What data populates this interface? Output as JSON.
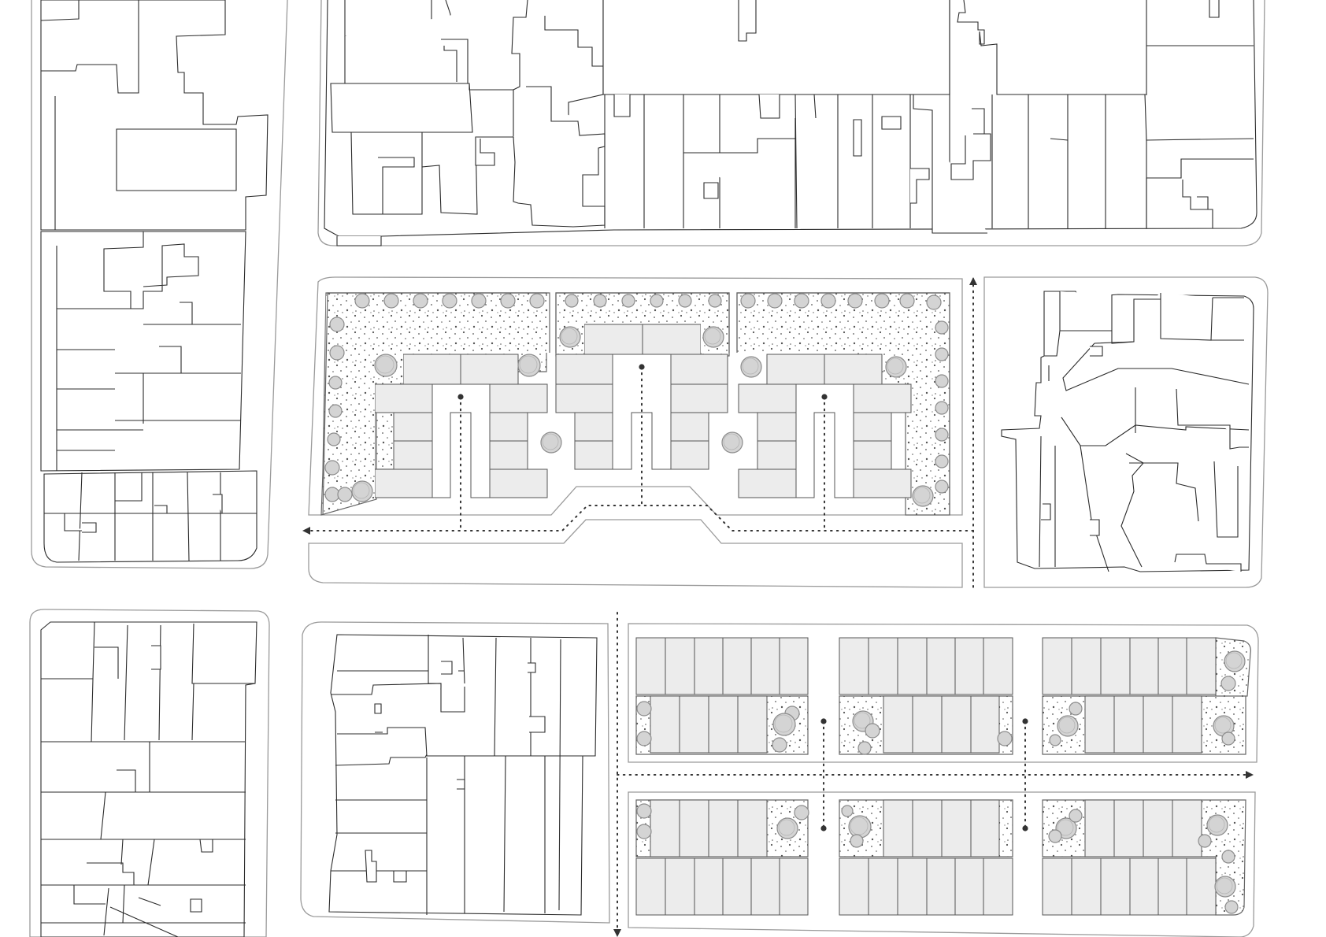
{
  "drawing": {
    "colors": {
      "background": "#ffffff",
      "existing_fabric_outline": "#2b2b2b",
      "block_outline": "#9a9a9a",
      "new_building_fill": "#ececec",
      "tree_fill": "#d4d4d4",
      "stipple": "#555555",
      "circulation": "#333333"
    },
    "icons": [
      "tree-icon",
      "arrow-icon",
      "node-icon"
    ],
    "upper_scheme": {
      "courtyard_clusters": 3,
      "perimeter_trees": true
    },
    "lower_scheme": {
      "row_blocks": 6,
      "units_per_row": 6
    }
  }
}
